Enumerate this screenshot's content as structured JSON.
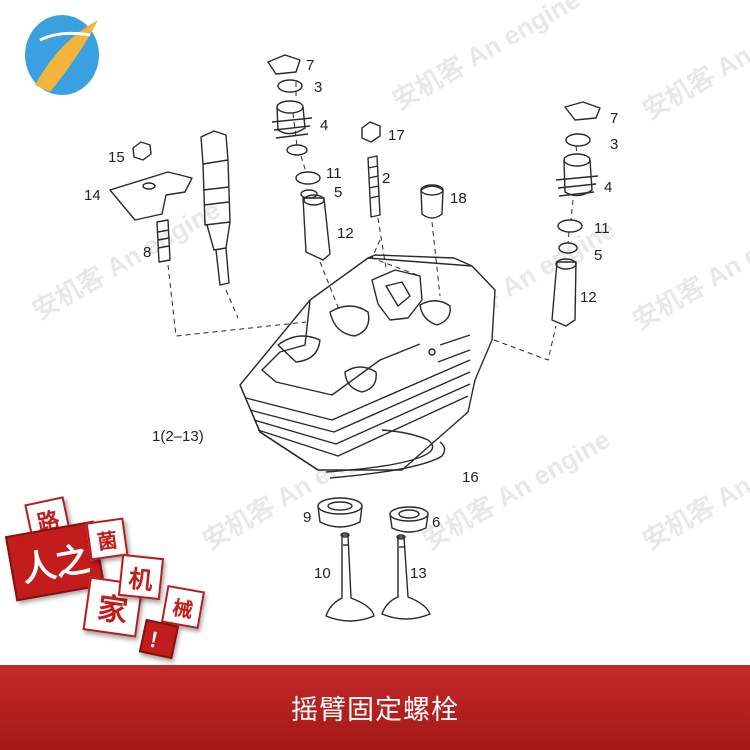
{
  "caption": "摇臂固定螺栓",
  "watermark": "安机客 An engine",
  "badges": [
    "路",
    "人之",
    "家",
    "菌",
    "机",
    "械",
    "！"
  ],
  "part_labels": [
    "7",
    "3",
    "4",
    "11",
    "5",
    "12",
    "15",
    "14",
    "8",
    "17",
    "2",
    "18",
    "7",
    "3",
    "4",
    "11",
    "5",
    "12",
    "1(2–13)",
    "16",
    "9",
    "6",
    "10",
    "13"
  ],
  "colors": {
    "caption_bar": "#b81f1f",
    "badge_red": "#c31c1c",
    "line": "#2a2a2a"
  }
}
